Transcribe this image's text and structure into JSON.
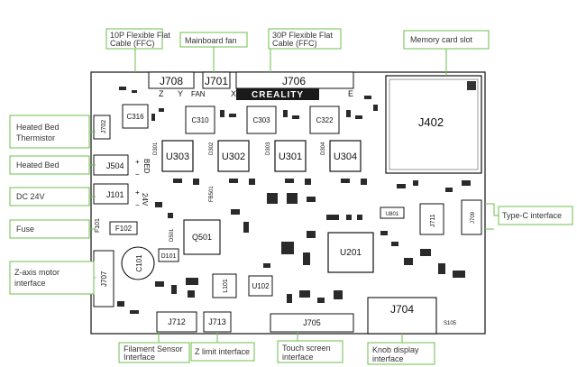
{
  "colors": {
    "callout_border": "#6dbf4b",
    "connector_line": "#6dbf4b",
    "board_outline": "#333333",
    "ic_fill": "#2a2a2a"
  },
  "callouts": {
    "ffc10": [
      "10P Flexible Flat",
      "Cable (FFC)"
    ],
    "mainboard_fan": "Mainboard fan",
    "ffc30": [
      "30P Flexible Flat",
      "Cable (FFC)"
    ],
    "memory_card": "Memory card slot",
    "heated_bed_thermistor": [
      "Heated Bed",
      "Thermistor"
    ],
    "heated_bed": "Heated Bed",
    "dc24v": "DC 24V",
    "fuse": "Fuse",
    "zaxis_motor": [
      "Z-axis motor",
      "interface"
    ],
    "typec": "Type-C interface",
    "filament_sensor": [
      "Filament Sensor",
      "Interface"
    ],
    "z_limit": "Z limit interface",
    "touch_screen": [
      "Touch screen",
      "interface"
    ],
    "knob_display": [
      "Knob display",
      "interface"
    ]
  },
  "board": {
    "brand": "CREALITY",
    "axis_labels": [
      "Z",
      "Y",
      "FAN",
      "X",
      "E"
    ],
    "bed_label": "BED",
    "bed_plus": "+",
    "bed_minus": "−",
    "v24_label": "24V",
    "parts": {
      "j708": "J708",
      "j701": "J701",
      "j706": "J706",
      "j402": "J402",
      "j702": "J702",
      "j504": "J504",
      "j101": "J101",
      "f102": "F102",
      "f101": "F101",
      "j707": "J707",
      "j711": "J711",
      "j712": "J712",
      "j713": "J713",
      "j705": "J705",
      "j704": "J704",
      "c316": "C316",
      "c310": "C310",
      "c303": "C303",
      "c322": "C322",
      "u303": "U303",
      "u302": "U302",
      "u301": "U301",
      "u304": "U304",
      "q501": "Q501",
      "u201": "U201",
      "u102": "U102",
      "c101": "C101",
      "d101": "D101",
      "l101": "L101",
      "u801": "U801",
      "d301": "D301",
      "d302": "D302",
      "d303": "D303",
      "d304": "D304",
      "d501": "D501",
      "fb501": "FB501",
      "j709": "J709",
      "s105": "S105"
    }
  }
}
